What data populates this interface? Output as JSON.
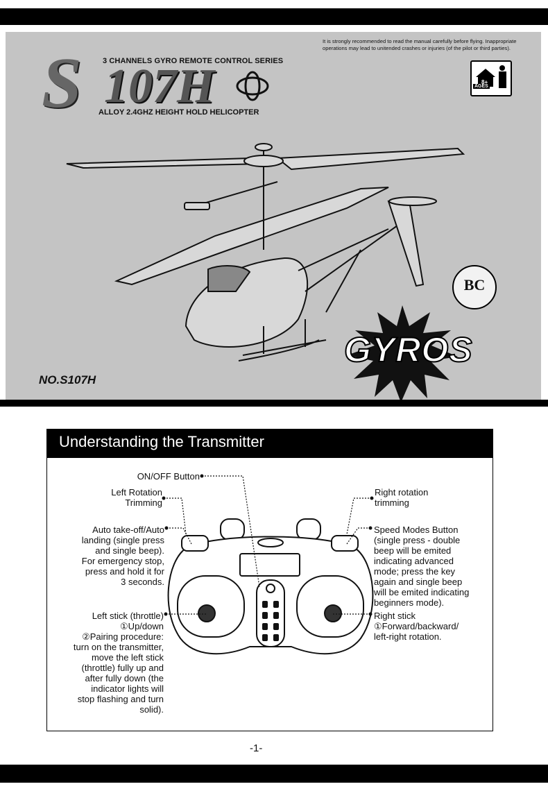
{
  "cover": {
    "series_line": "3 CHANNELS GYRO REMOTE CONTROL SERIES",
    "brand": "S107H",
    "brand_first": "S",
    "brand_rest": "107H",
    "subtitle": "ALLOY 2.4GHZ HEIGHT HOLD HELICOPTER",
    "warning": "It is strongly recommended to read the manual carefully before flying. Inappropriate operations may lead to unitended crashes or injuries (of the pilot or third parties).",
    "age_label": "AGES",
    "age_value": "8+",
    "bc_badge": "BC",
    "gyros_badge": "GYROS",
    "model_number": "NO.S107H"
  },
  "section": {
    "title": "Understanding the Transmitter"
  },
  "labels": {
    "on_off": "ON/OFF Button",
    "left_rotation": "Left Rotation\nTrimming",
    "right_rotation": "Right rotation\ntrimming",
    "auto_takeoff": "Auto take-off/Auto\nlanding (single press\nand single beep).\nFor emergency stop,\npress and hold it for\n3 seconds.",
    "speed_modes": "Speed Modes Button\n(single press - double\nbeep will be emited\nindicating advanced\nmode; press the key\nagain and single beep\nwill be emited indicating\nbeginners mode).",
    "left_stick": "Left stick (throttle)\n①Up/down\n②Pairing procedure:\nturn on the transmitter,\nmove the left stick\n(throttle) fully up and\nafter fully down (the\nindicator lights will\nstop flashing and turn\nsolid).",
    "right_stick": "Right stick\n①Forward/backward/\nleft-right rotation."
  },
  "page_number": "-1-"
}
